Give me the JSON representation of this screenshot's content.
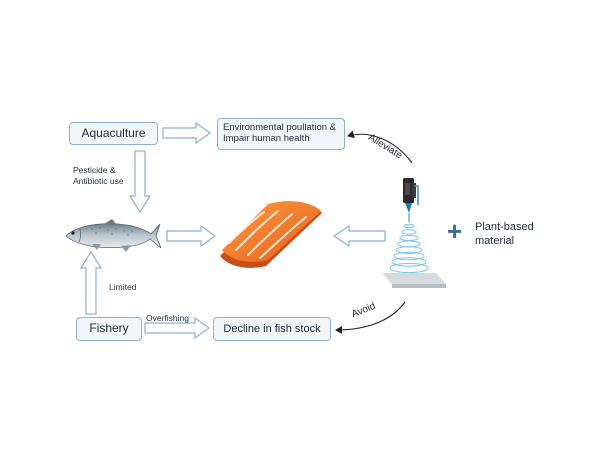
{
  "nodes": {
    "aquaculture": "Aquaculture",
    "env_line1": "Environmental poullation &",
    "env_line2": "Impair human health",
    "fishery": "Fishery",
    "decline": "Decline in fish stock",
    "plant_line1": "Plant-based",
    "plant_line2": "material"
  },
  "labels": {
    "pesticide_line1": "Pesticide &",
    "pesticide_line2": "Antibiotic use",
    "limited": "Limited",
    "overfishing": "Overfishing",
    "alleviate": "Alleviate",
    "avoid": "Avoid",
    "plus": "+"
  },
  "colors": {
    "box_fill": "#f1f6fb",
    "box_border": "#8fb0d0",
    "arrow_outline": "#8fb0d0",
    "plus": "#3a6d9a",
    "salmon": "#f07a2e"
  },
  "icons": [
    "salmon-fish-illustration",
    "salmon-fillet-illustration",
    "3d-printer-extruder-illustration"
  ]
}
